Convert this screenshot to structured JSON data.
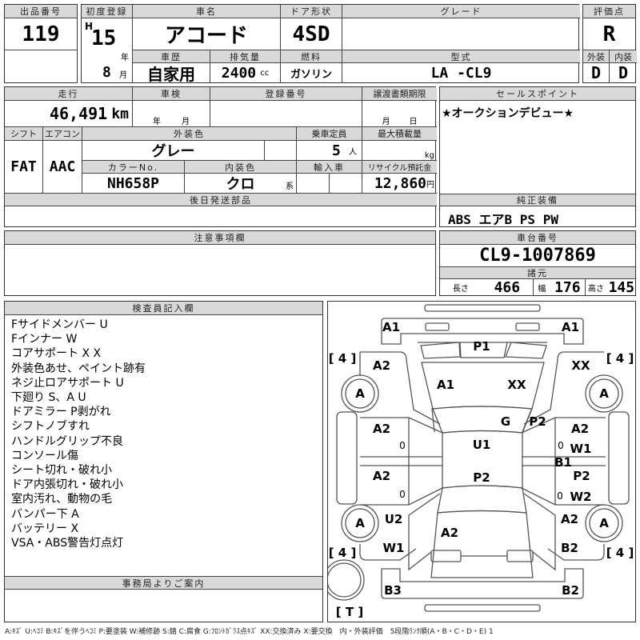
{
  "lot": {
    "header": "出品番号",
    "value": "119"
  },
  "vehicle": {
    "first_reg_header": "初度登録",
    "era": "H",
    "year": "15",
    "year_unit": "年",
    "month": "8",
    "month_unit": "月",
    "name_header": "車名",
    "name": "アコード",
    "door_header": "ドア形状",
    "door": "4SD",
    "grade_header": "グレード",
    "grade": "",
    "history_header": "車歴",
    "history": "自家用",
    "displacement_header": "排気量",
    "displacement": "2400",
    "displacement_unit": "cc",
    "fuel_header": "燃料",
    "fuel": "ガソリン",
    "model_header": "型式",
    "model": "LA -CL9"
  },
  "score": {
    "header": "評価点",
    "value": "R",
    "exterior_header": "外装",
    "interior_header": "内装",
    "exterior": "D",
    "interior": "D"
  },
  "details": {
    "mileage_header": "走行",
    "mileage": "46,491",
    "mileage_unit": "km",
    "inspection_header": "車検",
    "inspection_year_unit": "年",
    "inspection_month_unit": "月",
    "plate_header": "登録番号",
    "plate": "",
    "transfer_header": "譲渡書類期限",
    "transfer_month_unit": "月",
    "transfer_day_unit": "日",
    "shift_header": "シフト",
    "shift": "FAT",
    "ac_header": "エアコン",
    "ac": "AAC",
    "color_header": "外装色",
    "color": "グレー",
    "capacity_header": "乗車定員",
    "capacity": "5",
    "capacity_unit": "人",
    "load_header": "最大積載量",
    "load_unit": "kg",
    "color_no_header": "カラーNo.",
    "color_no": "NH658P",
    "interior_color_header": "内装色",
    "interior_color": "クロ",
    "interior_color_suffix": "系",
    "import_header": "輸入車",
    "recycle_header": "リサイクル預託金",
    "recycle": "12,860",
    "recycle_unit": "円",
    "later_parts_header": "後日発送部品"
  },
  "sales_point": {
    "header": "セールスポイント",
    "text": "★オークションデビュー★"
  },
  "equipment": {
    "header": "純正装備",
    "text": "ABS エアB PS PW"
  },
  "notes": {
    "header": "注意事項欄"
  },
  "chassis": {
    "header": "車台番号",
    "value": "CL9-1007869",
    "spec_header": "諸元",
    "length_label": "長さ",
    "length": "466",
    "width_label": "幅",
    "width": "176",
    "height_label": "高さ",
    "height": "145"
  },
  "inspector": {
    "header": "検査員記入欄",
    "items": [
      "Fサイドメンバー U",
      "Fインナー W",
      "コアサポート X X",
      "外装色あせ、ペイント跡有",
      "ネジ止ロアサポート U",
      "下廻り S、A U",
      "ドアミラー P剥がれ",
      "シフトノブすれ",
      "ハンドルグリップ不良",
      "コンソール傷",
      "シート切れ・破れ小",
      "ドア内張切れ・破れ小",
      "室内汚れ、動物の毛",
      "バンパー下 A",
      "バッテリー X",
      "VSA・ABS警告灯点灯"
    ]
  },
  "office": {
    "header": "事務局よりご案内"
  },
  "diagram": {
    "labels": [
      "A1",
      "A1",
      "P1",
      "[ 4 ]",
      "[ 4 ]",
      "A2",
      "XX",
      "A1",
      "XX",
      "A",
      "A",
      "G",
      "P2",
      "A2",
      "A2",
      "0",
      "0",
      "U1",
      "W1",
      "B1",
      "A2",
      "P2",
      "P2",
      "0",
      "0",
      "W2",
      "U2",
      "A",
      "A",
      "A2",
      "A2",
      "W1",
      "B2",
      "[ 4 ]",
      "[ 4 ]",
      "B3",
      "B2",
      "[ T ]"
    ]
  },
  "legend": "A:ｷｽﾞ U:ﾍｺﾐ B:ｷｽﾞを伴うﾍｺﾐ P:要塗装 W:補修跡 S:錆 C:腐食 G:ﾌﾛﾝﾄｶﾞﾗｽ点ｷｽﾞ XX:交換済み X:要交換　内・外装評価　5段階ﾗﾝｸ順(A・B・C・D・E) 1"
}
